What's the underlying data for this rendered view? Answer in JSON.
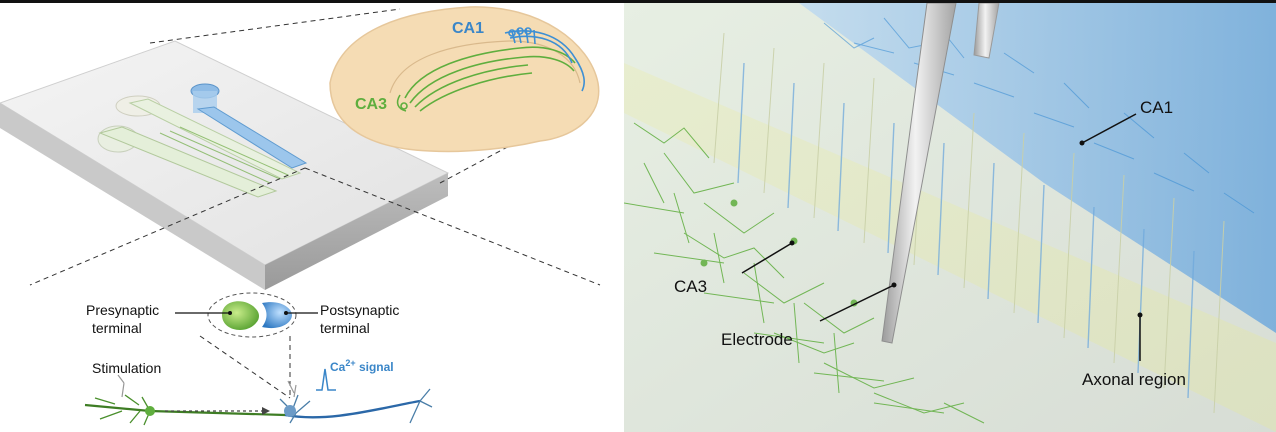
{
  "left_panel": {
    "brain_labels": {
      "ca1": "CA1",
      "ca3": "CA3"
    },
    "synapse": {
      "presynaptic": "Presynaptic\nterminal",
      "postsynaptic": "Postsynaptic\nterminal"
    },
    "stimulation_label": "Stimulation",
    "calcium": {
      "base": "Ca",
      "superscript": "2+",
      "suffix": " signal"
    }
  },
  "right_panel": {
    "labels": {
      "ca1": "CA1",
      "ca3": "CA3",
      "electrode": "Electrode",
      "axonal_region": "Axonal region"
    }
  },
  "colors": {
    "ca3_green": "#5fae3e",
    "ca1_blue": "#3d8fd4",
    "brain_fill": "#f5dcb4",
    "chip_gray": "#dcdcdc",
    "label_blue": "#3a86c8"
  }
}
